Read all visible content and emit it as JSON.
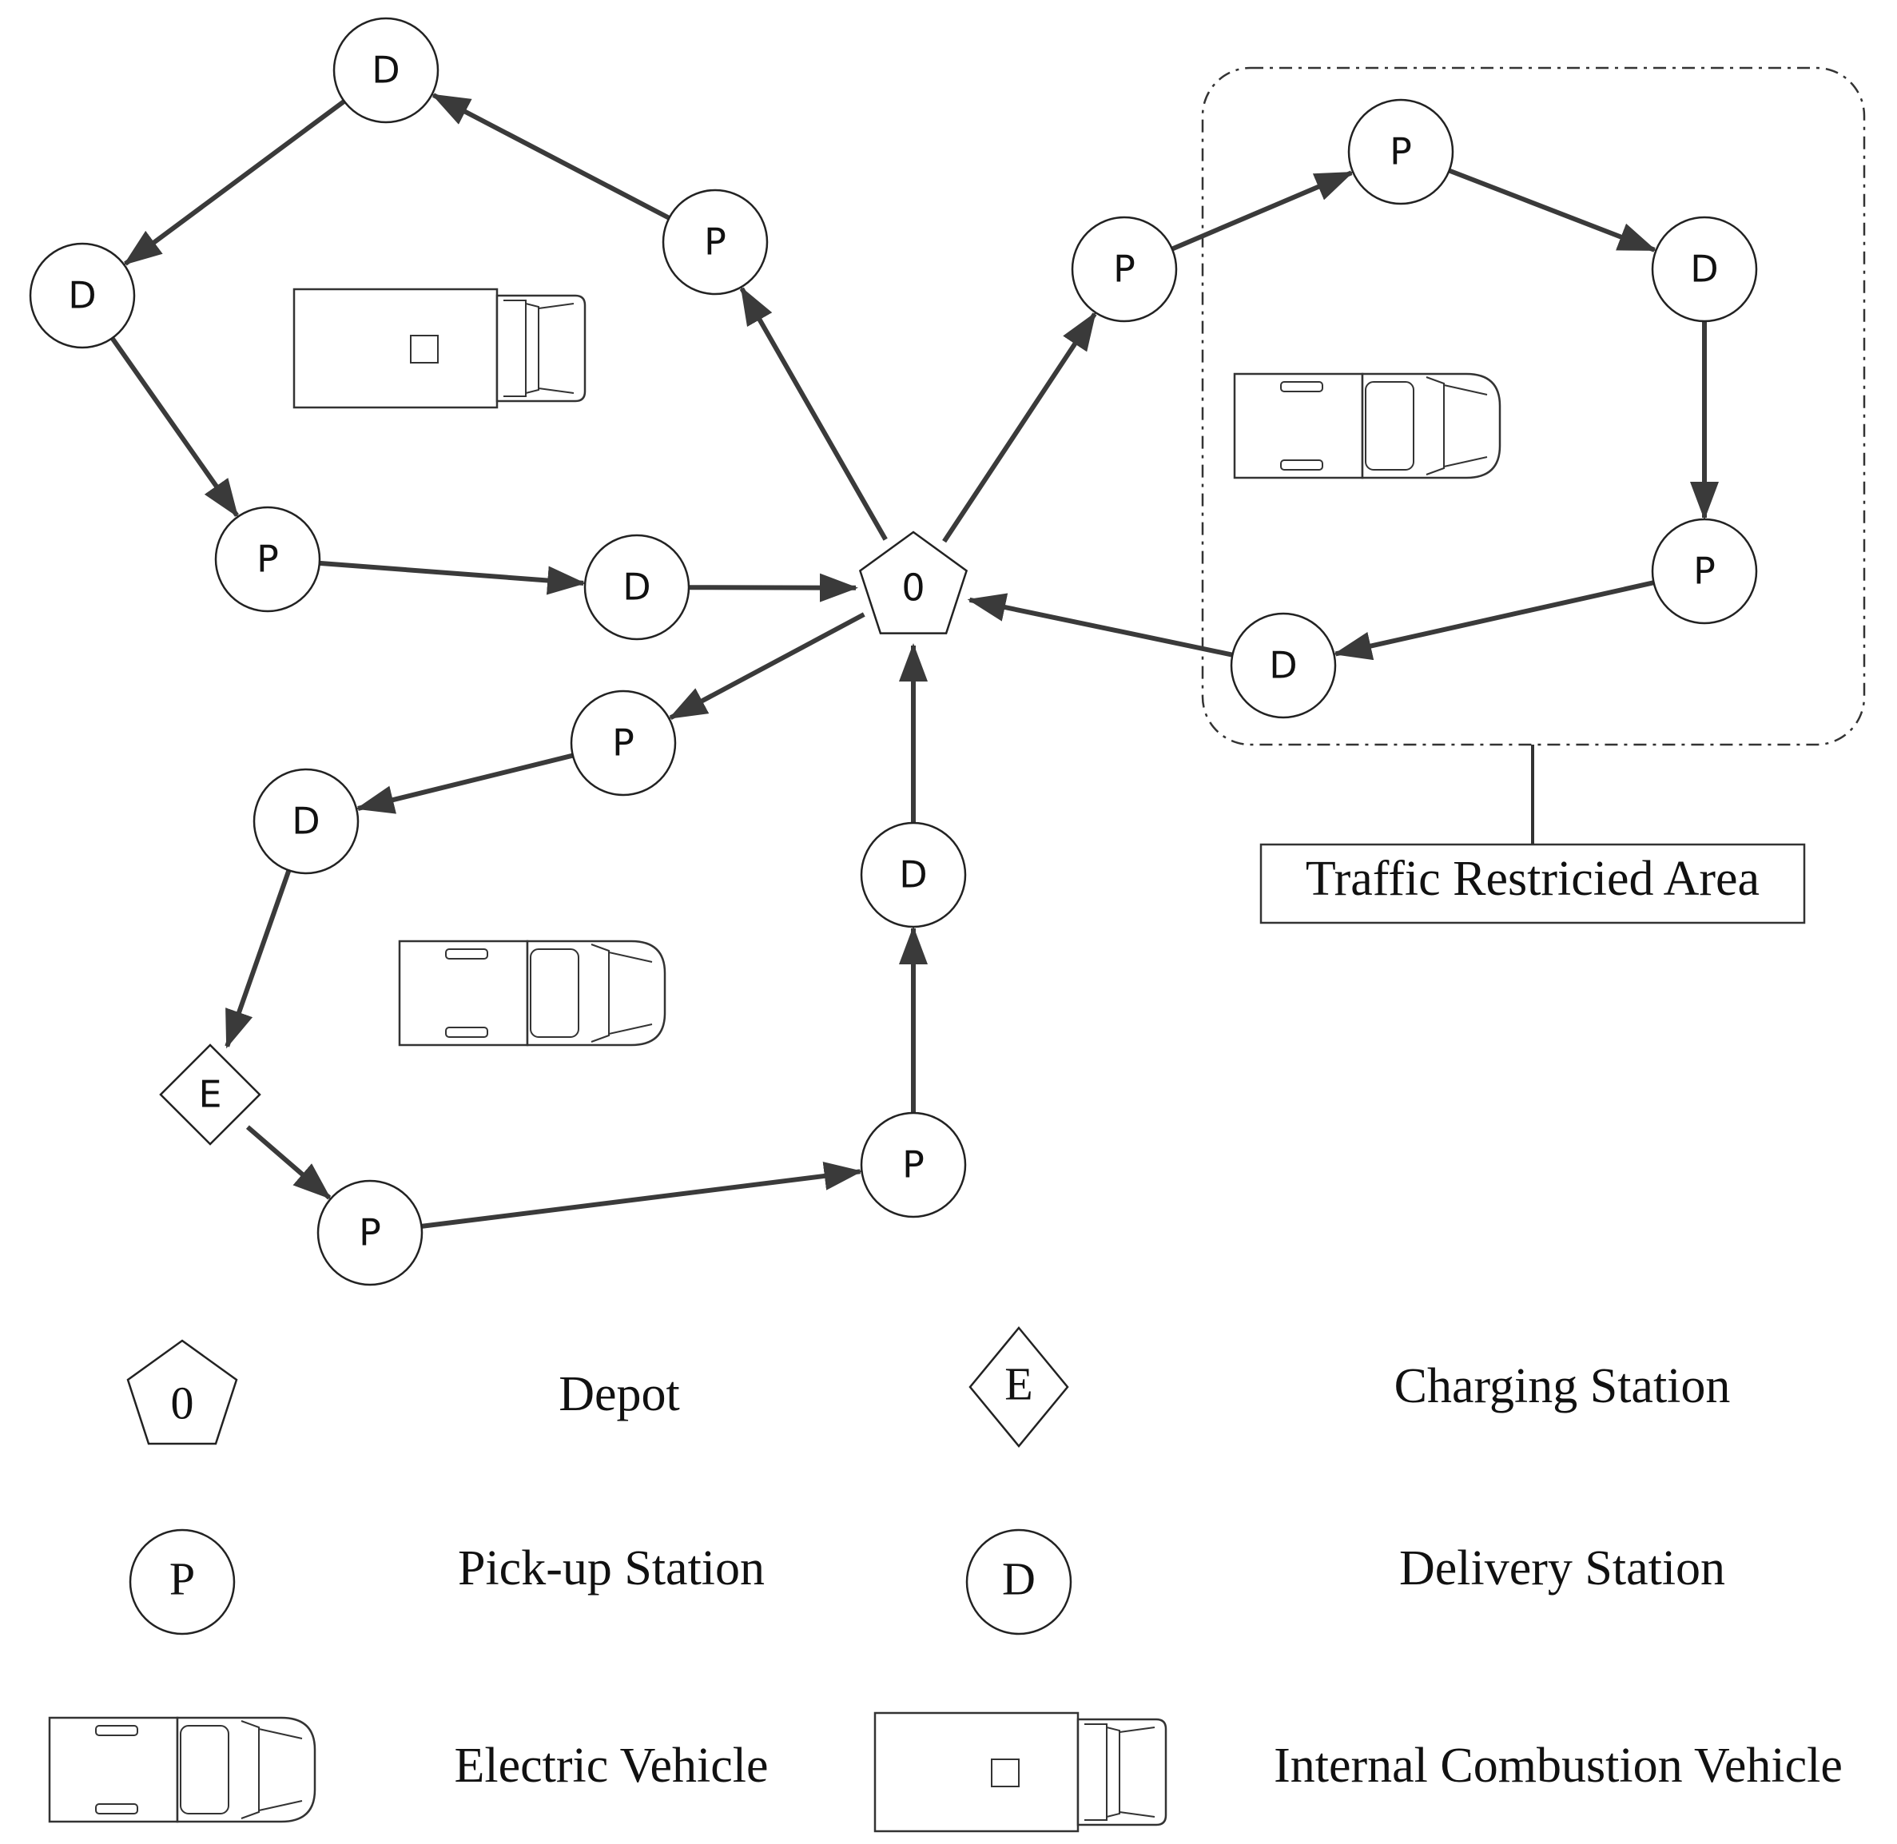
{
  "diagram": {
    "restricted_area_label": "Traffic Restricied Area"
  },
  "nodes": [
    {
      "id": "depot",
      "type": "depot",
      "label": "0"
    },
    {
      "id": "d_top",
      "type": "delivery",
      "label": "D"
    },
    {
      "id": "d_left",
      "type": "delivery",
      "label": "D"
    },
    {
      "id": "p_topleft",
      "type": "pickup",
      "label": "P"
    },
    {
      "id": "p_left",
      "type": "pickup",
      "label": "P"
    },
    {
      "id": "d_midleft",
      "type": "delivery",
      "label": "D"
    },
    {
      "id": "p_topright1",
      "type": "pickup",
      "label": "P"
    },
    {
      "id": "p_topright2",
      "type": "pickup",
      "label": "P"
    },
    {
      "id": "d_right",
      "type": "delivery",
      "label": "D"
    },
    {
      "id": "p_right",
      "type": "pickup",
      "label": "P"
    },
    {
      "id": "d_restricted",
      "type": "delivery",
      "label": "D"
    },
    {
      "id": "p_lower1",
      "type": "pickup",
      "label": "P"
    },
    {
      "id": "d_lower1",
      "type": "delivery",
      "label": "D"
    },
    {
      "id": "e_station",
      "type": "charging",
      "label": "E"
    },
    {
      "id": "p_lower2",
      "type": "pickup",
      "label": "P"
    },
    {
      "id": "p_lower3",
      "type": "pickup",
      "label": "P"
    },
    {
      "id": "d_lower2",
      "type": "delivery",
      "label": "D"
    }
  ],
  "edges": [
    {
      "from": "depot",
      "to": "p_topleft"
    },
    {
      "from": "p_topleft",
      "to": "d_top"
    },
    {
      "from": "d_top",
      "to": "d_left"
    },
    {
      "from": "d_left",
      "to": "p_left"
    },
    {
      "from": "p_left",
      "to": "d_midleft"
    },
    {
      "from": "d_midleft",
      "to": "depot"
    },
    {
      "from": "depot",
      "to": "p_topright1"
    },
    {
      "from": "p_topright1",
      "to": "p_topright2"
    },
    {
      "from": "p_topright2",
      "to": "d_right"
    },
    {
      "from": "d_right",
      "to": "p_right"
    },
    {
      "from": "p_right",
      "to": "d_restricted"
    },
    {
      "from": "d_restricted",
      "to": "depot"
    },
    {
      "from": "depot",
      "to": "p_lower1"
    },
    {
      "from": "p_lower1",
      "to": "d_lower1"
    },
    {
      "from": "d_lower1",
      "to": "e_station"
    },
    {
      "from": "e_station",
      "to": "p_lower2"
    },
    {
      "from": "p_lower2",
      "to": "p_lower3"
    },
    {
      "from": "p_lower3",
      "to": "d_lower2"
    },
    {
      "from": "d_lower2",
      "to": "depot"
    }
  ],
  "vehicles": [
    {
      "id": "vehicle_icv_route1",
      "type": "internal-combustion"
    },
    {
      "id": "vehicle_ev_restricted",
      "type": "electric"
    },
    {
      "id": "vehicle_ev_route3",
      "type": "electric"
    }
  ],
  "legend": {
    "depot": {
      "symbol": "0",
      "label": "Depot"
    },
    "charging": {
      "symbol": "E",
      "label": "Charging Station"
    },
    "pickup": {
      "symbol": "P",
      "label": "Pick-up Station"
    },
    "delivery": {
      "symbol": "D",
      "label": "Delivery Station"
    },
    "electric_vehicle": {
      "label": "Electric Vehicle"
    },
    "icv": {
      "label": "Internal Combustion Vehicle"
    }
  }
}
